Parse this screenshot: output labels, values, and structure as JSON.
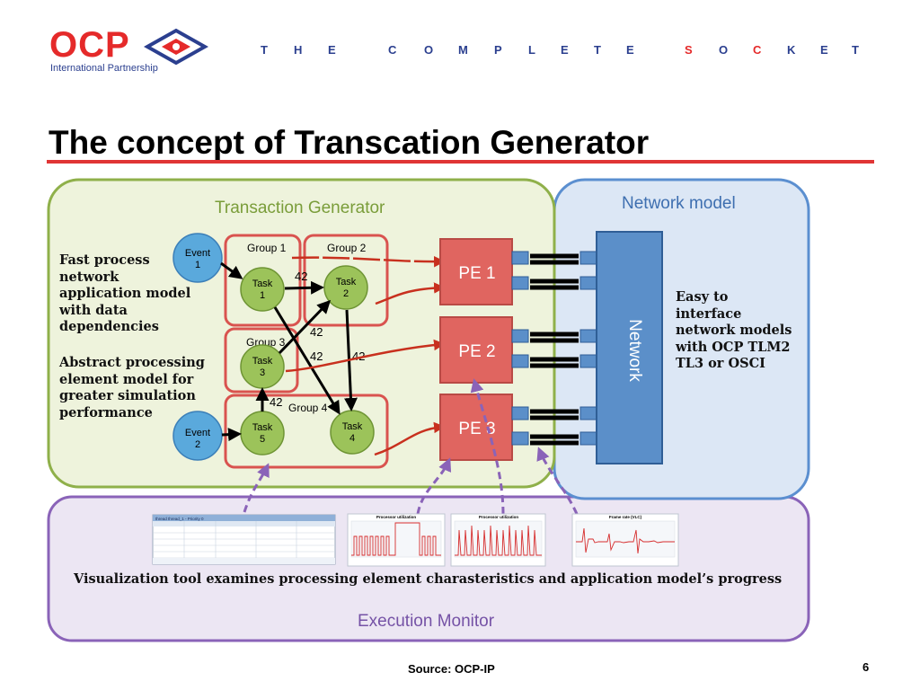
{
  "header": {
    "logo": "OCP",
    "logo_subtitle": "International Partnership",
    "tagline_letters": [
      "T",
      "H",
      "E",
      "C",
      "O",
      "M",
      "P",
      "L",
      "E",
      "T",
      "E",
      "S",
      "O",
      "C",
      "K",
      "E",
      "T"
    ]
  },
  "slide": {
    "title": "The concept of Transcation Generator",
    "source": "Source: OCP-IP",
    "page_number": "6"
  },
  "diagram": {
    "tg_label": "Transaction Generator",
    "nm_label": "Network model",
    "em_label": "Execution Monitor",
    "network_label": "Network",
    "groups": [
      "Group 1",
      "Group 2",
      "Group 3",
      "Group 4"
    ],
    "events": [
      {
        "line1": "Event",
        "line2": "1"
      },
      {
        "line1": "Event",
        "line2": "2"
      }
    ],
    "tasks": [
      {
        "line1": "Task",
        "line2": "1"
      },
      {
        "line1": "Task",
        "line2": "2"
      },
      {
        "line1": "Task",
        "line2": "3"
      },
      {
        "line1": "Task",
        "line2": "4"
      },
      {
        "line1": "Task",
        "line2": "5"
      }
    ],
    "pes": [
      "PE 1",
      "PE 2",
      "PE 3"
    ],
    "edge_labels": [
      "42",
      "42",
      "42",
      "42",
      "42"
    ],
    "left_notes": [
      [
        "Fast process",
        "network",
        "application model",
        "with data",
        "dependencies"
      ],
      [
        "Abstract processing",
        "element model for",
        "greater simulation",
        "performance"
      ]
    ],
    "right_note": [
      "Easy to",
      "interface",
      "network models",
      "with OCP TLM2",
      "TL3 or OSCI"
    ],
    "visualization_note": "Visualization tool examines processing element charasteristics and application model’s progress",
    "thumbnails": {
      "table_title": "thread thread_1 - Priority 0",
      "chart1_title": "Processor utilization",
      "chart2_title": "Processor utilization",
      "chart3_title": "Frame rate (VLC)"
    }
  },
  "colors": {
    "brand_red": "#e52a2a",
    "brand_blue": "#2b3f8f",
    "tg_border": "#8fb04a",
    "tg_fill": "#eef3dc",
    "nm_border": "#5b8fd0",
    "nm_fill": "#dce7f5",
    "em_border": "#8a63b8",
    "em_fill": "#ece6f3",
    "group_border": "#d9534f",
    "node_green": "#9cc35a",
    "node_blue": "#5aa9dc",
    "pe_fill": "#e06560",
    "network_fill": "#5b8fc9"
  }
}
